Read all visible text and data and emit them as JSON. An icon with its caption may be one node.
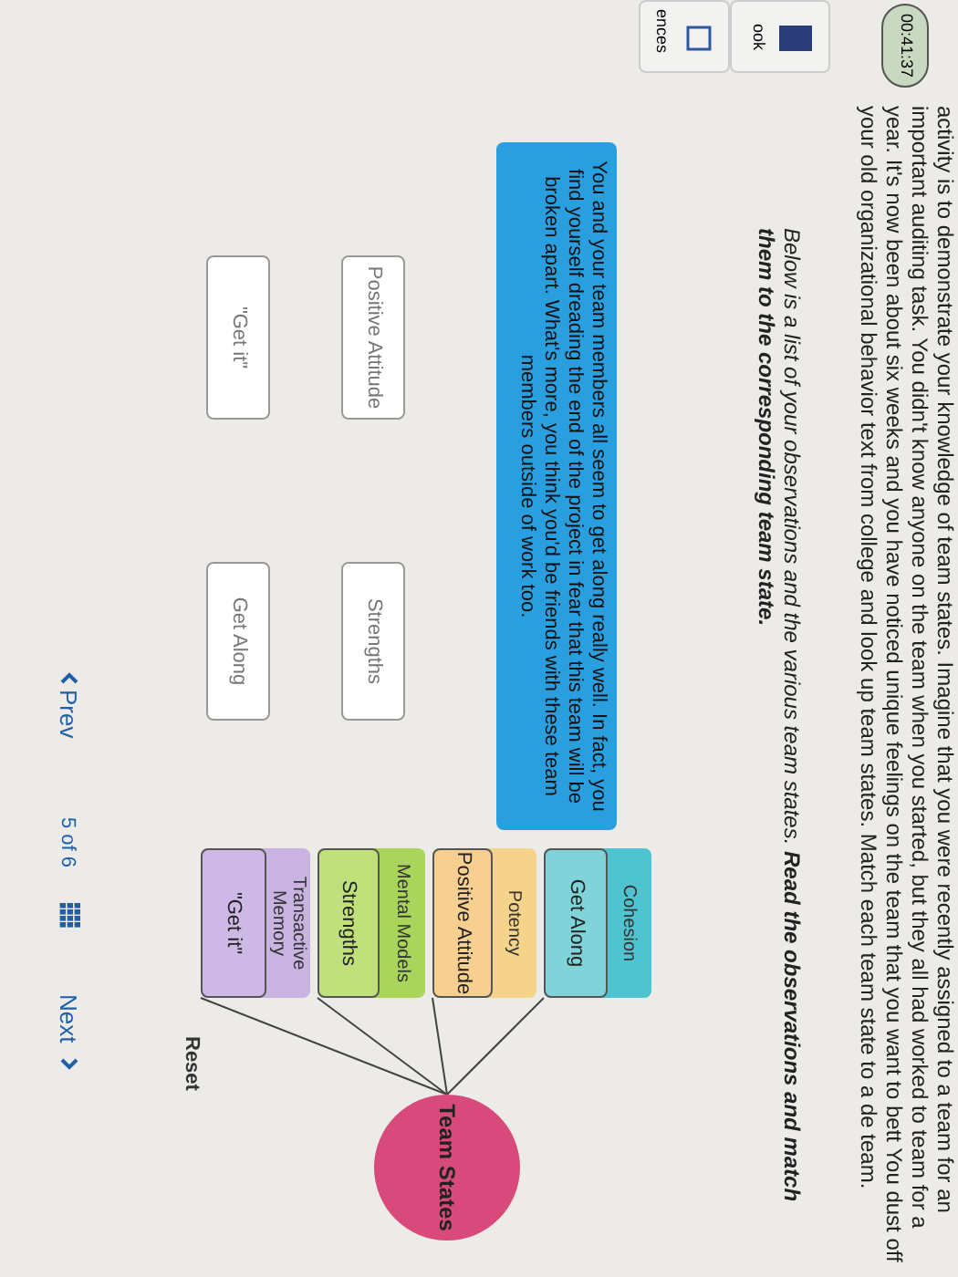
{
  "diagram": {
    "nodes": [
      {
        "text": [
          "You and your team members all seem to get along really well. In fact, you find yourself dreading the end of the project in fear that this team will be broken apart. What's more, you think you'd be friends with these team members outside of work too."
        ]
      },
      {
        "text": [
          "Positive Attitude"
        ]
      },
      {
        "text": [
          "Strengths"
        ]
      },
      {
        "text": [
          "\"Get it\""
        ]
      },
      {
        "text": [
          "Get Along"
        ]
      },
      {
        "text": [
          "Cohesion"
        ]
      },
      {
        "text": [
          "Get Along"
        ],
        "in": 5
      },
      {
        "text": [
          "Potency"
        ]
      },
      {
        "text": [
          "Positive Attitude"
        ],
        "in": 7
      },
      {
        "text": [
          "Mental Models"
        ]
      },
      {
        "text": [
          "Strengths"
        ],
        "in": 9
      },
      {
        "text": [
          "Transactive Memory"
        ]
      },
      {
        "text": [
          "\"Get it\""
        ],
        "in": 11
      },
      {
        "text": [
          "Team States"
        ]
      }
    ],
    "edges": [
      {
        "from": 13,
        "to": 6,
        "arrow": "none"
      },
      {
        "from": 13,
        "to": 8,
        "arrow": "none"
      },
      {
        "from": 13,
        "to": 10,
        "arrow": "none"
      },
      {
        "from": 13,
        "to": 12,
        "arrow": "none"
      }
    ],
    "labels": [
      "00:41:37",
      "ook",
      "ences",
      "activity is to demonstrate your knowledge of team states. Imagine that you were recently assigned to a team for an important auditing task. You didn't know anyone on the team when you started, but they all had worked to team for a year. It's now been about six weeks and you have noticed unique feelings on the team that you want to bett You dust off your old organizational behavior text from college and look up team states. Match each team state to a de team.",
      "Below is a list of your observations and the various team states. **Read the observations and match them to the corresponding team state.**",
      "Reset",
      "Prev",
      "5 of 6",
      "Next"
    ]
  }
}
